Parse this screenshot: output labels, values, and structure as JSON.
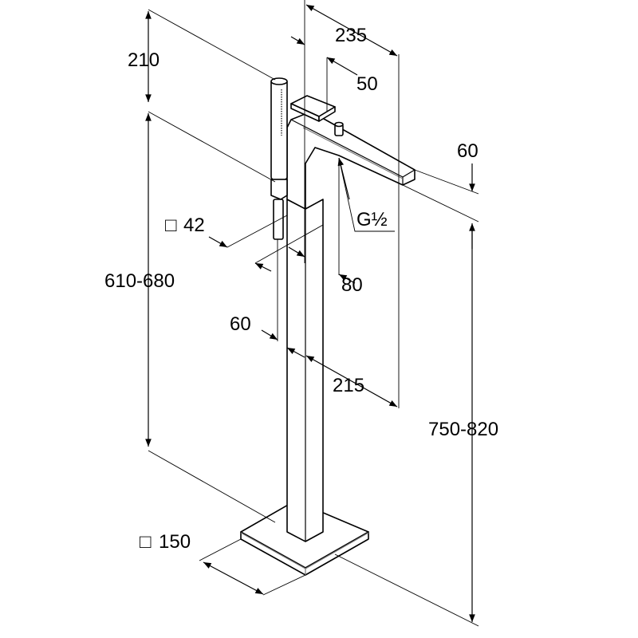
{
  "dimensions": {
    "spout_reach": "235",
    "spout_width": "50",
    "hand_shower_height": "210",
    "spout_height": "60",
    "connection": "G½",
    "column_size": "42",
    "column_depth": "80",
    "height_range_lower": "610-680",
    "hose_offset": "60",
    "spout_offset": "215",
    "height_range_total": "750-820",
    "base_size": "150"
  },
  "square_symbol": "□"
}
